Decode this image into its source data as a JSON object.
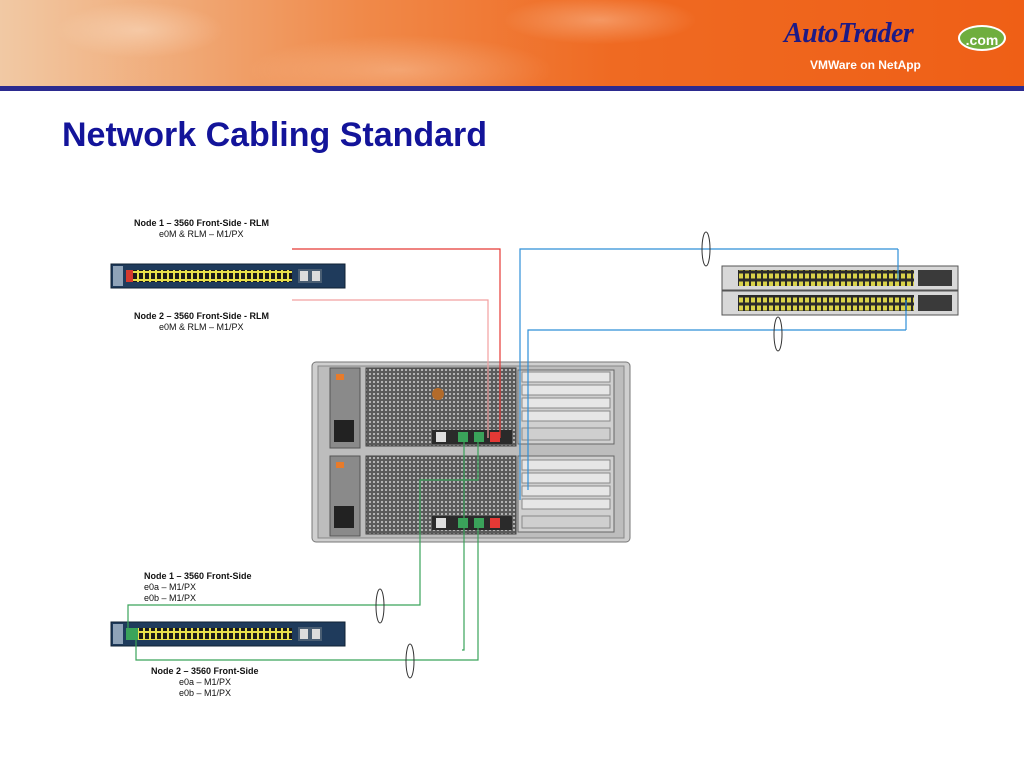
{
  "header": {
    "logo_text": "AutoTrader",
    "logo_com": ".com",
    "subtitle": "VMWare on NetApp"
  },
  "slide": {
    "title": "Network Cabling Standard"
  },
  "labels": {
    "top_node1": {
      "heading": "Node 1 – 3560 Front-Side - RLM",
      "line1": "e0M & RLM – M1/PX"
    },
    "top_node2": {
      "heading": "Node 2 – 3560 Front-Side - RLM",
      "line1": "e0M & RLM – M1/PX"
    },
    "bottom_node1": {
      "heading": "Node 1 – 3560 Front-Side",
      "line1": "e0a – M1/PX",
      "line2": "e0b – M1/PX"
    },
    "bottom_node2": {
      "heading": "Node 2 – 3560 Front-Side",
      "line1": "e0a – M1/PX",
      "line2": "e0b – M1/PX"
    }
  },
  "colors": {
    "title": "#13149a",
    "banner_rule": "#2b2a8f",
    "cable_red": "#e53935",
    "cable_pink": "#f2a0a0",
    "cable_blue": "#2f8fd8",
    "cable_green": "#3aa35a",
    "switch_body": "#1f3b5c",
    "port_yellow": "#e8e04a"
  }
}
